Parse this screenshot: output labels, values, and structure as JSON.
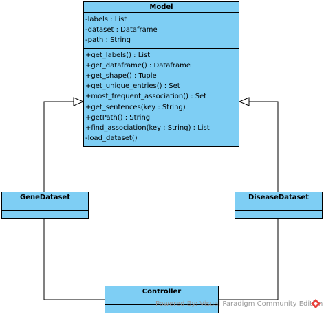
{
  "classes": {
    "model": {
      "name": "Model",
      "attributes": [
        "-labels : List",
        "-dataset : Dataframe",
        "-path : String"
      ],
      "operations": [
        "+get_labels() : List",
        "+get_dataframe() : Dataframe",
        "+get_shape() : Tuple",
        "+get_unique_entries() : Set",
        "+most_frequent_association() : Set",
        "+get_sentences(key : String)",
        "+getPath() : String",
        "+find_association(key : String) : List",
        "-load_dataset()"
      ]
    },
    "gene_dataset": {
      "name": "GeneDataset"
    },
    "disease_dataset": {
      "name": "DiseaseDataset"
    },
    "controller": {
      "name": "Controller"
    }
  },
  "colors": {
    "class_fill": "#7ecef4",
    "line": "#000000",
    "watermark_text": "#9a9a9a",
    "logo": "#e8413c"
  },
  "watermark": {
    "text": "Powered By: Visual Paradigm Community Edition",
    "logo_icon": "visual-paradigm-logo-icon"
  }
}
